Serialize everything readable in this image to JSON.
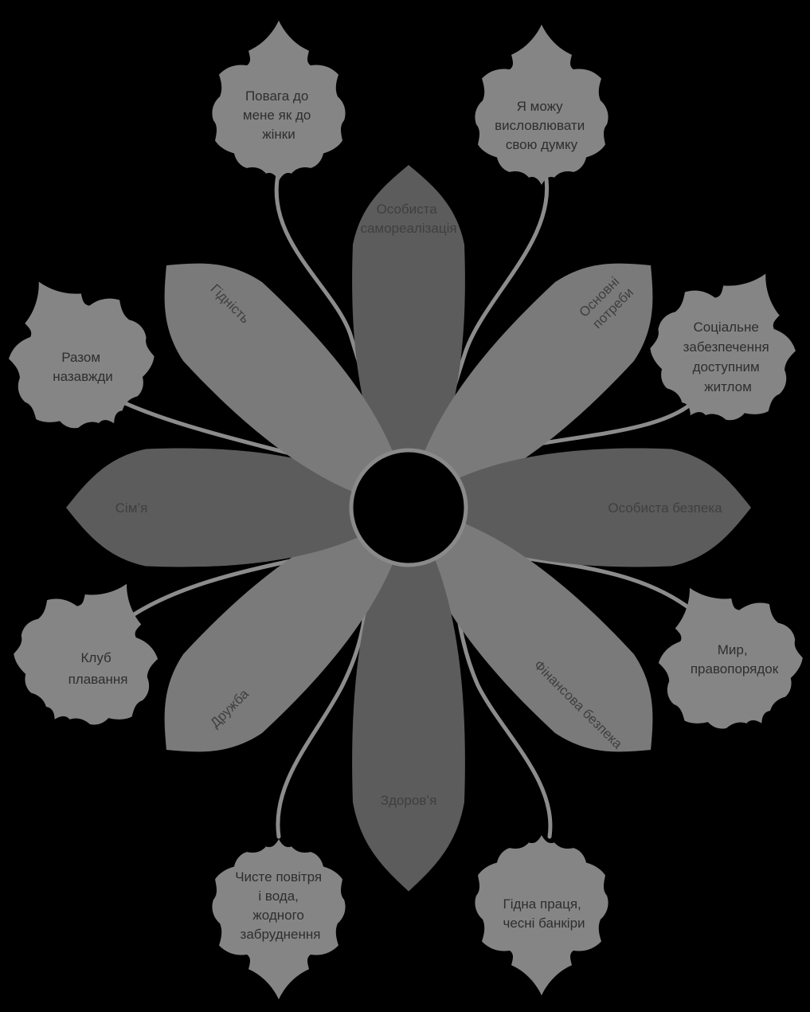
{
  "diagram": {
    "center": "",
    "petals": [
      {
        "key": "top",
        "label": "Особиста самореалізація",
        "lines": [
          "Особиста",
          "самореалізація"
        ]
      },
      {
        "key": "top-right",
        "label": "Основні потреби",
        "lines": [
          "Основні",
          "потреби"
        ]
      },
      {
        "key": "right",
        "label": "Особиста безпека",
        "lines": [
          "Особиста безпека"
        ]
      },
      {
        "key": "bottom-right",
        "label": "Фінансова безпека",
        "lines": [
          "Фінансова безпека"
        ]
      },
      {
        "key": "bottom",
        "label": "Здоров’я",
        "lines": [
          "Здоров’я"
        ]
      },
      {
        "key": "bottom-left",
        "label": "Дружба",
        "lines": [
          "Дружба"
        ]
      },
      {
        "key": "left",
        "label": "Сім’я",
        "lines": [
          "Сім’я"
        ]
      },
      {
        "key": "top-left",
        "label": "Гідність",
        "lines": [
          "Гідність"
        ]
      }
    ],
    "leaves": [
      {
        "key": "top-left",
        "label": "Повага до мене як до жінки",
        "lines": [
          "Повага до",
          "мене як до",
          "жінки"
        ]
      },
      {
        "key": "top-right",
        "label": "Я можу висловлювати свою думку",
        "lines": [
          "Я можу",
          "висловлювати",
          "свою думку"
        ]
      },
      {
        "key": "right-upper",
        "label": "Соціальне забезпечення доступним житлом",
        "lines": [
          "Соціальне",
          "забезпечення",
          "доступним",
          "житлом"
        ]
      },
      {
        "key": "right-lower",
        "label": "Мир, правопорядок",
        "lines": [
          "Мир,",
          "правопорядок"
        ]
      },
      {
        "key": "bottom-right",
        "label": "Гідна праця, чесні банкіри",
        "lines": [
          "Гідна праця,",
          "чесні банкіри"
        ]
      },
      {
        "key": "bottom-left",
        "label": "Чисте повітря і вода, жодного забруднення",
        "lines": [
          "Чисте повітря",
          "і вода,",
          "жодного",
          "забруднення"
        ]
      },
      {
        "key": "left-lower",
        "label": "Клуб плавання",
        "lines": [
          "Клуб",
          "плавання"
        ]
      },
      {
        "key": "left-upper",
        "label": "Разом назавжди",
        "lines": [
          "Разом",
          "назавжди"
        ]
      }
    ]
  }
}
